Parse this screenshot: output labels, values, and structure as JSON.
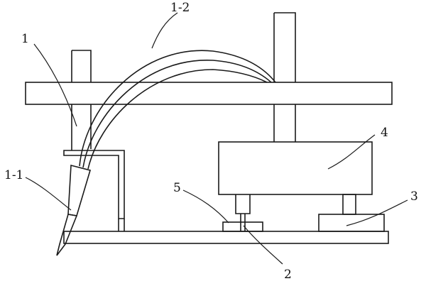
{
  "labels": {
    "part1": "1",
    "part1_1": "1-1",
    "part1_2": "1-2",
    "part2": "2",
    "part3": "3",
    "part4": "4",
    "part5": "5"
  },
  "colors": {
    "line": "#1a1a1a",
    "background": "#ffffff"
  }
}
